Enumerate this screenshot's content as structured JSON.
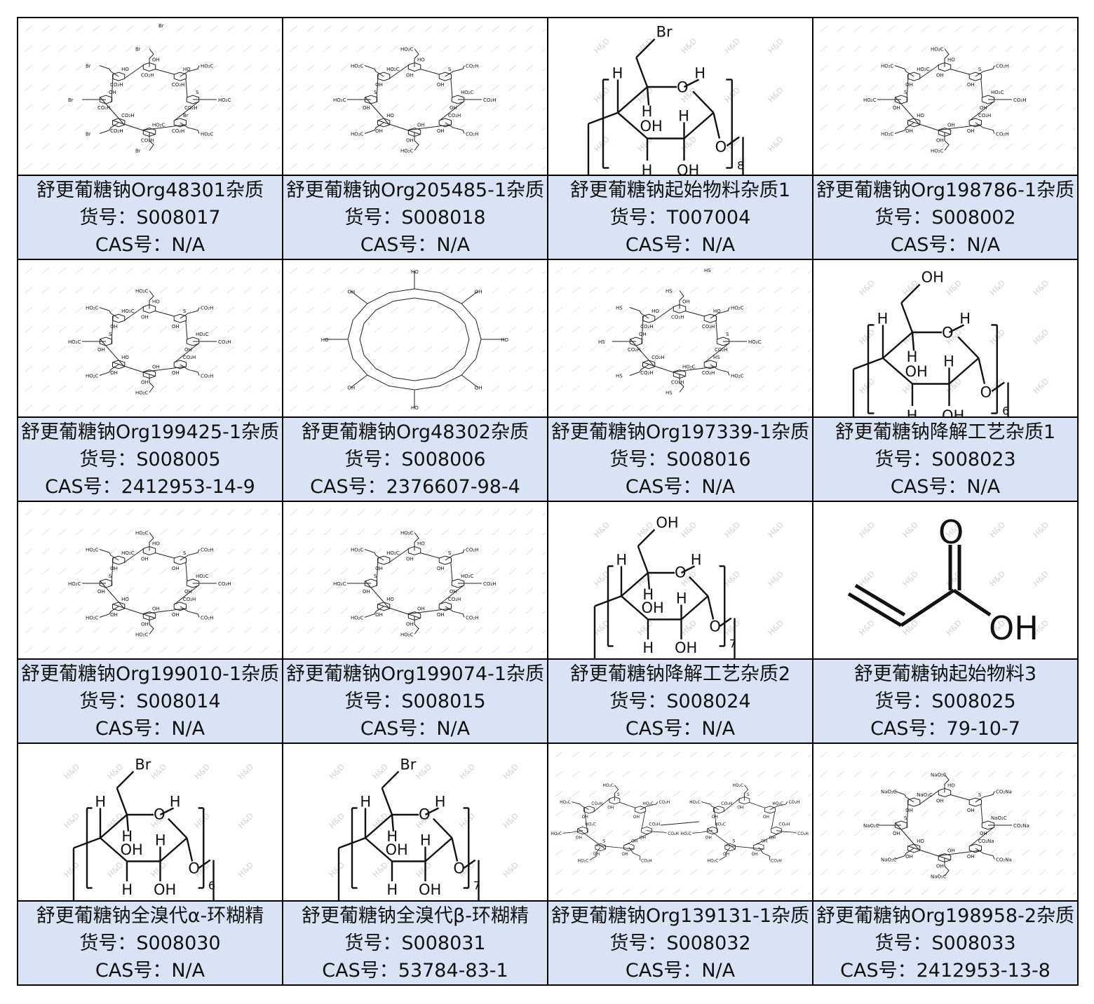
{
  "labels": {
    "catalog_prefix": "货号：",
    "cas_prefix": "CAS号："
  },
  "products": [
    {
      "name": "舒更葡糖钠Org48301杂质",
      "catalog": "S008017",
      "cas": "N/A",
      "structure": "large-cyclodextrin-icon",
      "atom_labels": [
        "Br",
        "HO₂C",
        "CO₂H",
        "OH",
        "HO",
        "S"
      ]
    },
    {
      "name": "舒更葡糖钠Org205485-1杂质",
      "catalog": "S008018",
      "cas": "N/A",
      "structure": "large-cyclodextrin-icon",
      "atom_labels": [
        "HO₂C",
        "CO₂H",
        "OH",
        "HO",
        "S"
      ]
    },
    {
      "name": "舒更葡糖钠起始物料杂质1",
      "catalog": "T007004",
      "cas": "N/A",
      "structure": "glucose-ring-icon",
      "atom_labels": [
        "Br",
        "O",
        "H",
        "OH"
      ],
      "subscript": "8"
    },
    {
      "name": "舒更葡糖钠Org198786-1杂质",
      "catalog": "S008002",
      "cas": "N/A",
      "structure": "large-cyclodextrin-icon",
      "atom_labels": [
        "HO₂C",
        "CO₂H",
        "OH",
        "HO",
        "S"
      ]
    },
    {
      "name": "舒更葡糖钠Org199425-1杂质",
      "catalog": "S008005",
      "cas": "2412953-14-9",
      "structure": "large-cyclodextrin-icon",
      "atom_labels": [
        "HO₂C",
        "CO₂H",
        "OH",
        "HO",
        "S"
      ]
    },
    {
      "name": "舒更葡糖钠Org48302杂质",
      "catalog": "S008006",
      "cas": "2376607-98-4",
      "structure": "ring-cyclodextrin-icon",
      "atom_labels": [
        "HO",
        "OH"
      ]
    },
    {
      "name": "舒更葡糖钠Org197339-1杂质",
      "catalog": "S008016",
      "cas": "N/A",
      "structure": "large-cyclodextrin-icon",
      "atom_labels": [
        "HS",
        "HO₂C",
        "CO₂H",
        "OH",
        "HO",
        "S"
      ]
    },
    {
      "name": "舒更葡糖钠降解工艺杂质1",
      "catalog": "S008023",
      "cas": "N/A",
      "structure": "glucose-ring-icon",
      "atom_labels": [
        "OH",
        "O",
        "H"
      ],
      "subscript": "6"
    },
    {
      "name": "舒更葡糖钠Org199010-1杂质",
      "catalog": "S008014",
      "cas": "N/A",
      "structure": "large-cyclodextrin-icon",
      "atom_labels": [
        "HO₂C",
        "CO₂H",
        "OH",
        "HO",
        "S"
      ]
    },
    {
      "name": "舒更葡糖钠Org199074-1杂质",
      "catalog": "S008015",
      "cas": "N/A",
      "structure": "large-cyclodextrin-icon",
      "atom_labels": [
        "HO₂C",
        "CO₂H",
        "OH",
        "HO",
        "S"
      ]
    },
    {
      "name": "舒更葡糖钠降解工艺杂质2",
      "catalog": "S008024",
      "cas": "N/A",
      "structure": "glucose-ring-icon",
      "atom_labels": [
        "OH",
        "O",
        "H"
      ],
      "subscript": "7"
    },
    {
      "name": "舒更葡糖钠起始物料3",
      "catalog": "S008025",
      "cas": "79-10-7",
      "structure": "acrylic-acid-icon",
      "atom_labels": [
        "O",
        "OH"
      ]
    },
    {
      "name": "舒更葡糖钠全溴代α-环糊精",
      "catalog": "S008030",
      "cas": "N/A",
      "structure": "glucose-ring-icon",
      "atom_labels": [
        "Br",
        "O",
        "H",
        "OH"
      ],
      "subscript": "6"
    },
    {
      "name": "舒更葡糖钠全溴代β-环糊精",
      "catalog": "S008031",
      "cas": "53784-83-1",
      "structure": "glucose-ring-icon",
      "atom_labels": [
        "Br",
        "O",
        "H",
        "OH"
      ],
      "subscript": "7"
    },
    {
      "name": "舒更葡糖钠Org139131-1杂质",
      "catalog": "S008032",
      "cas": "N/A",
      "structure": "dimer-cyclodextrin-icon",
      "atom_labels": [
        "HO₂C",
        "CO₂H",
        "OH",
        "S"
      ]
    },
    {
      "name": "舒更葡糖钠Org198958-2杂质",
      "catalog": "S008033",
      "cas": "2412953-13-8",
      "structure": "large-cyclodextrin-icon",
      "atom_labels": [
        "NaO₂C",
        "CO₂Na",
        "OH",
        "HO",
        "S"
      ]
    }
  ],
  "watermark": "H&D",
  "colors": {
    "info_background": "#dae3f3",
    "border": "#000000",
    "watermark": "#d2d2d2"
  }
}
